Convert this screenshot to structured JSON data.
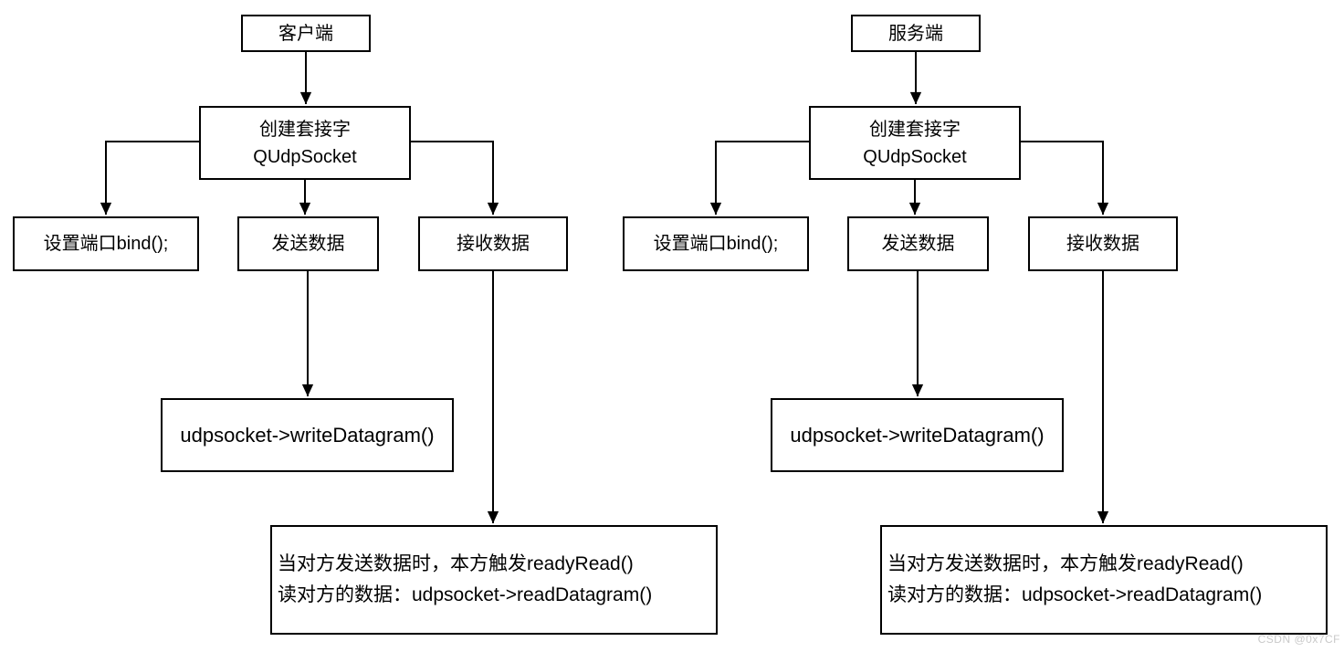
{
  "diagram": {
    "client": {
      "title": "客户端",
      "create_socket_line1": "创建套接字",
      "create_socket_line2": "QUdpSocket",
      "bind_port": "设置端口bind();",
      "send_data": "发送数据",
      "receive_data": "接收数据",
      "write_datagram": "udpsocket->writeDatagram()",
      "ready_read_line1": "当对方发送数据时，本方触发readyRead()",
      "ready_read_line2": "读对方的数据：udpsocket->readDatagram()"
    },
    "server": {
      "title": "服务端",
      "create_socket_line1": "创建套接字",
      "create_socket_line2": "QUdpSocket",
      "bind_port": "设置端口bind();",
      "send_data": "发送数据",
      "receive_data": "接收数据",
      "write_datagram": "udpsocket->writeDatagram()",
      "ready_read_line1": "当对方发送数据时，本方触发readyRead()",
      "ready_read_line2": "读对方的数据：udpsocket->readDatagram()"
    }
  },
  "watermark": "CSDN @0x7CF",
  "colors": {
    "line": "#000000",
    "box_border": "#000000",
    "box_fill": "#ffffff",
    "background": "#ffffff",
    "watermark": "#c9c9c9"
  }
}
